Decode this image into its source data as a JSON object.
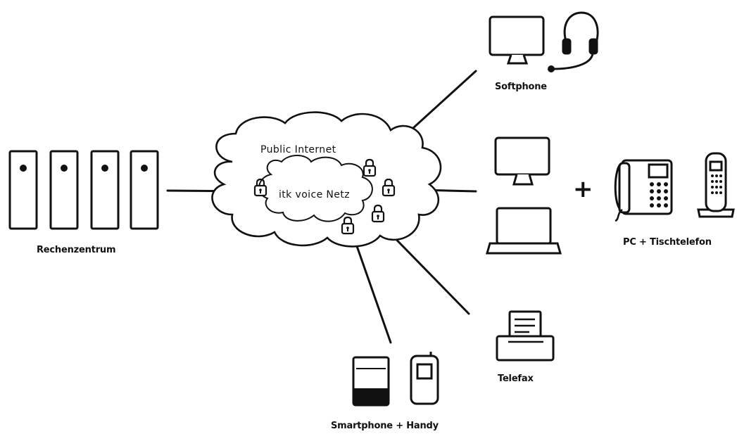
{
  "labels": {
    "datacenter": "Rechenzentrum",
    "public_internet": "Public Internet",
    "voice_net": "itk voice Netz",
    "softphone": "Softphone",
    "pc_desk_phone": "PC + Tischtelefon",
    "telefax": "Telefax",
    "mobile": "Smartphone + Handy",
    "plus": "+"
  },
  "icons": {
    "servers": "server-rack-icon",
    "monitor": "monitor-icon",
    "headset": "headset-icon",
    "laptop": "laptop-icon",
    "desk_phone": "desk-phone-icon",
    "cordless_phone": "cordless-phone-icon",
    "fax": "fax-machine-icon",
    "smartphone": "smartphone-icon",
    "cell_phone": "cell-phone-icon",
    "lock": "padlock-icon",
    "cloud": "cloud-icon"
  },
  "colors": {
    "ink": "#111111",
    "background": "#ffffff"
  }
}
